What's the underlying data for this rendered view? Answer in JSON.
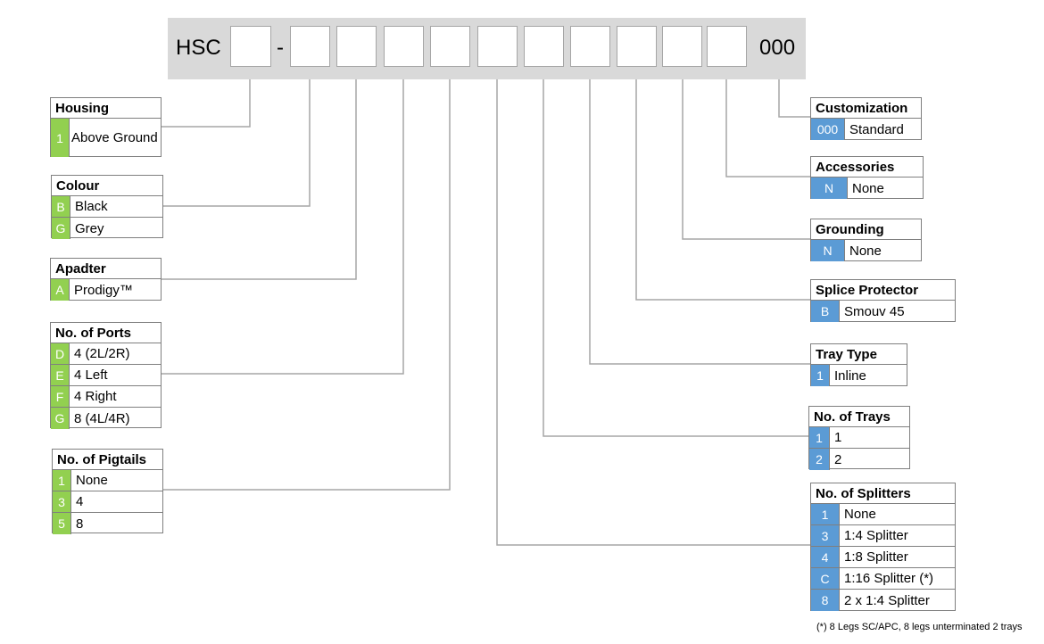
{
  "part_number": {
    "prefix": "HSC",
    "separator": "-",
    "suffix": "000"
  },
  "left_tables": [
    {
      "title": "Housing",
      "options": [
        {
          "code": "1",
          "label": "Above Ground"
        }
      ]
    },
    {
      "title": "Colour",
      "options": [
        {
          "code": "B",
          "label": "Black"
        },
        {
          "code": "G",
          "label": "Grey"
        }
      ]
    },
    {
      "title": "Apadter",
      "options": [
        {
          "code": "A",
          "label": "Prodigy™"
        }
      ]
    },
    {
      "title": "No. of Ports",
      "options": [
        {
          "code": "D",
          "label": "4 (2L/2R)"
        },
        {
          "code": "E",
          "label": "4 Left"
        },
        {
          "code": "F",
          "label": "4 Right"
        },
        {
          "code": "G",
          "label": "8 (4L/4R)"
        }
      ]
    },
    {
      "title": "No. of Pigtails",
      "options": [
        {
          "code": "1",
          "label": "None"
        },
        {
          "code": "3",
          "label": "4"
        },
        {
          "code": "5",
          "label": "8"
        }
      ]
    }
  ],
  "right_tables": [
    {
      "title": "Customization",
      "options": [
        {
          "code": "000",
          "label": "Standard"
        }
      ]
    },
    {
      "title": "Accessories",
      "options": [
        {
          "code": "N",
          "label": "None"
        }
      ]
    },
    {
      "title": "Grounding",
      "options": [
        {
          "code": "N",
          "label": "None"
        }
      ]
    },
    {
      "title": "Splice Protector",
      "options": [
        {
          "code": "B",
          "label": "Smouv 45"
        }
      ]
    },
    {
      "title": "Tray Type",
      "options": [
        {
          "code": "1",
          "label": "Inline"
        }
      ]
    },
    {
      "title": "No. of Trays",
      "options": [
        {
          "code": "1",
          "label": "1"
        },
        {
          "code": "2",
          "label": "2"
        }
      ]
    },
    {
      "title": "No. of Splitters",
      "options": [
        {
          "code": "1",
          "label": "None"
        },
        {
          "code": "3",
          "label": "1:4 Splitter"
        },
        {
          "code": "4",
          "label": "1:8 Splitter"
        },
        {
          "code": "C",
          "label": "1:16 Splitter (*)"
        },
        {
          "code": "8",
          "label": "2 x 1:4 Splitter"
        }
      ]
    }
  ],
  "footnote": "(*) 8 Legs SC/APC, 8 legs unterminated 2 trays",
  "colors": {
    "left_code_bg": "#92d050",
    "right_code_bg": "#5b9bd5",
    "bar_bg": "#d9d9d9",
    "connector": "#a6a6a6"
  }
}
